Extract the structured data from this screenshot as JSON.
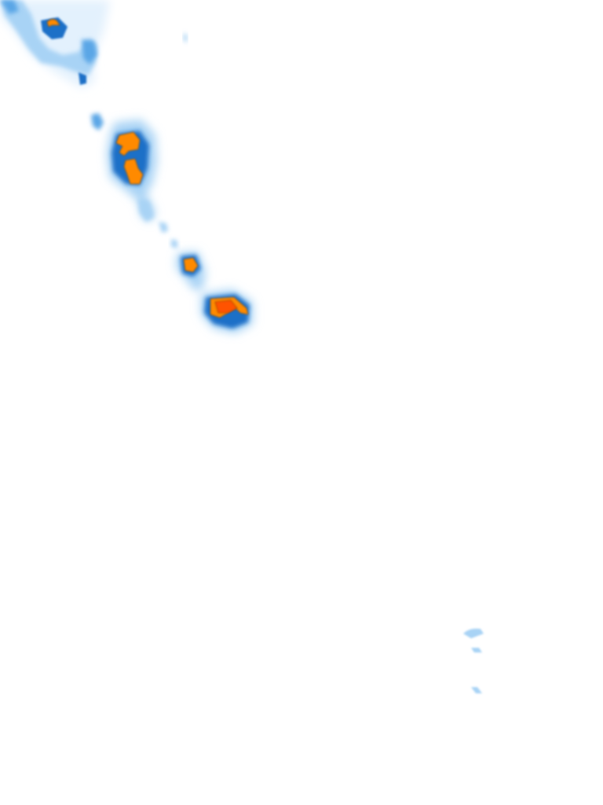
{
  "map": {
    "kind": "precipitation-radar-overlay",
    "background_color": "#ffffff",
    "intensity_colors": {
      "very_light": "#e3f1fd",
      "light": "#a8d3f5",
      "moderate": "#5aa6e6",
      "heavy": "#1e6fc7",
      "very_heavy": "#ff8a00",
      "core": "#ff5200",
      "core_edge": "#3b2a1a"
    },
    "cells": [
      {
        "name": "cell-top-left-cluster",
        "peak": "very_heavy"
      },
      {
        "name": "cell-upper-pair",
        "peak": "very_heavy"
      },
      {
        "name": "cell-middle-small",
        "peak": "very_heavy"
      },
      {
        "name": "cell-lower-large",
        "peak": "core"
      },
      {
        "name": "cell-far-bottom-right-streaks",
        "peak": "light"
      }
    ]
  }
}
